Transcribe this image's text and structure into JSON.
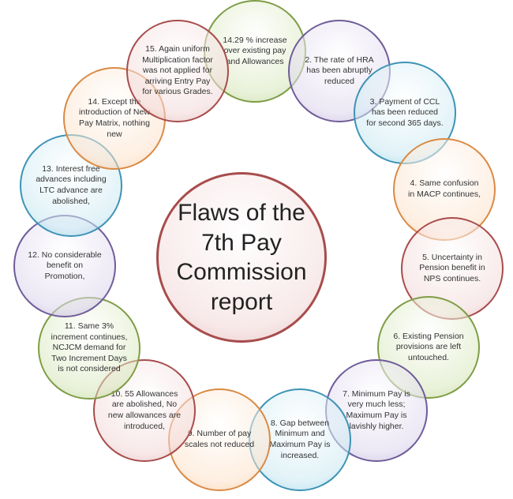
{
  "title": "Flaws of the 7th Pay Commission report",
  "items": [
    {
      "text": "14.29 % increase over existing pay and Allowances",
      "color": "green"
    },
    {
      "text": "2. The rate of HRA has been abruptly reduced",
      "color": "purple"
    },
    {
      "text": "3. Payment of CCL has been reduced for second 365 days.",
      "color": "blue"
    },
    {
      "text": "4. Same confusion in MACP continues,",
      "color": "orange"
    },
    {
      "text": "5. Uncertainty in Pension benefit in NPS continues.",
      "color": "red"
    },
    {
      "text": "6. Existing Pension provisions are left untouched.",
      "color": "green"
    },
    {
      "text": "7. Minimum Pay is very much less; Maximum Pay is lavishly higher.",
      "color": "purple"
    },
    {
      "text": "8. Gap between Minimum and Maximum Pay is increased.",
      "color": "blue"
    },
    {
      "text": "9. Number of pay scales not reduced",
      "color": "orange"
    },
    {
      "text": "10. 55 Allowances are abolished, No new allowances are introduced,",
      "color": "red"
    },
    {
      "text": "11. Same 3% increment continues, NCJCM demand for Two Increment Days is not considered",
      "color": "green"
    },
    {
      "text": "12. No considerable benefit on Promotion,",
      "color": "purple"
    },
    {
      "text": "13. Interest free advances including LTC advance are abolished,",
      "color": "blue"
    },
    {
      "text": "14. Except the introduction of New Pay Matrix, nothing new",
      "color": "orange"
    },
    {
      "text": "15. Again uniform Multiplication factor was not applied for arriving Entry Pay for various Grades.",
      "color": "red"
    }
  ]
}
